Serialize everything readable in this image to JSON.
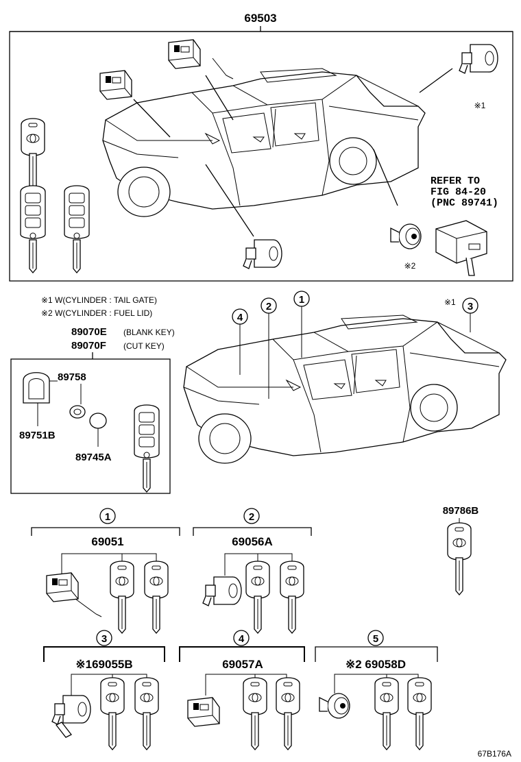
{
  "top": {
    "assembly_no": "69503",
    "refer": [
      "REFER TO",
      "FIG 84-20",
      "(PNC 89741)"
    ],
    "note_mark_1": "※1",
    "note_mark_2": "※2"
  },
  "notes": {
    "note1": "※1 W(CYLINDER : TAIL GATE)",
    "note2": "※2 W(CYLINDER : FUEL LID)"
  },
  "key": {
    "blank": "89070E",
    "blank_desc": "(BLANK KEY)",
    "cut": "89070F",
    "cut_desc": "(CUT KEY)",
    "p1": "89758",
    "p2": "89751B",
    "p3": "89745A"
  },
  "middle_truck": {
    "callout_1": "1",
    "callout_2": "2",
    "callout_3": "3",
    "callout_4": "4",
    "mark": "※1"
  },
  "kits": {
    "k1_circle": "1",
    "k1_no": "69051",
    "k2_circle": "2",
    "k2_no": "69056A",
    "k3_circle": "3",
    "k3_no": "※169055B",
    "k4_circle": "4",
    "k4_no": "69057A",
    "k5_circle": "5",
    "k5_no": "※2 69058D",
    "spare_no": "89786B"
  },
  "footer": {
    "code": "67B176A"
  },
  "icons": [
    "key-icon",
    "fob-key-icon",
    "lock-cylinder-icon",
    "truck-illustration",
    "ecu-module-icon"
  ],
  "colors": {
    "ink": "#000000",
    "paper": "#ffffff"
  }
}
